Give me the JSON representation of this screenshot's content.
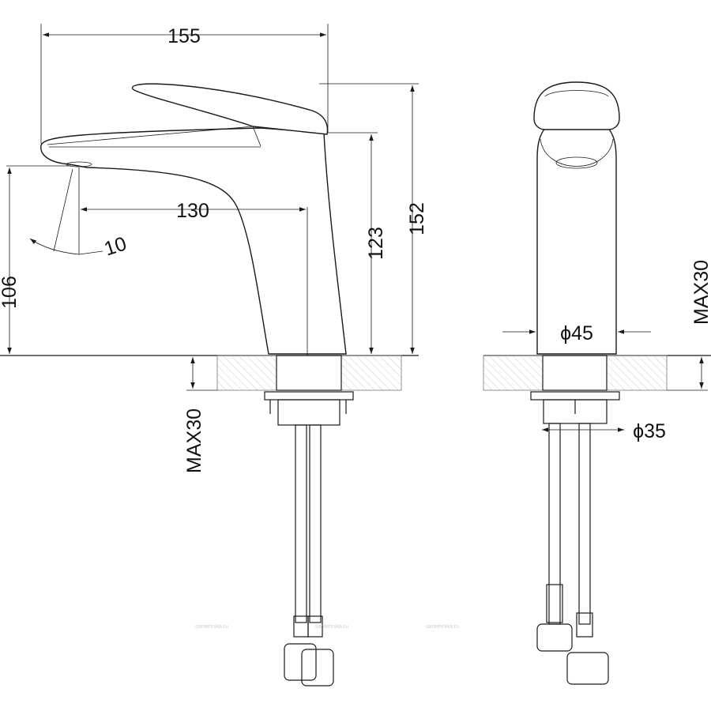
{
  "diagram": {
    "side_view": {
      "total_length": "155",
      "spout_reach": "130",
      "total_height": "152",
      "lever_height": "123",
      "spout_height": "106",
      "spout_angle": "10",
      "deck_thickness_max": "MAX30"
    },
    "front_view": {
      "body_diameter": "ϕ45",
      "mount_diameter": "ϕ35",
      "deck_thickness_max": "MAX30"
    },
    "watermarks": [
      "santehnika.ru",
      "santehnika.ru",
      "santehnika.ru"
    ]
  }
}
